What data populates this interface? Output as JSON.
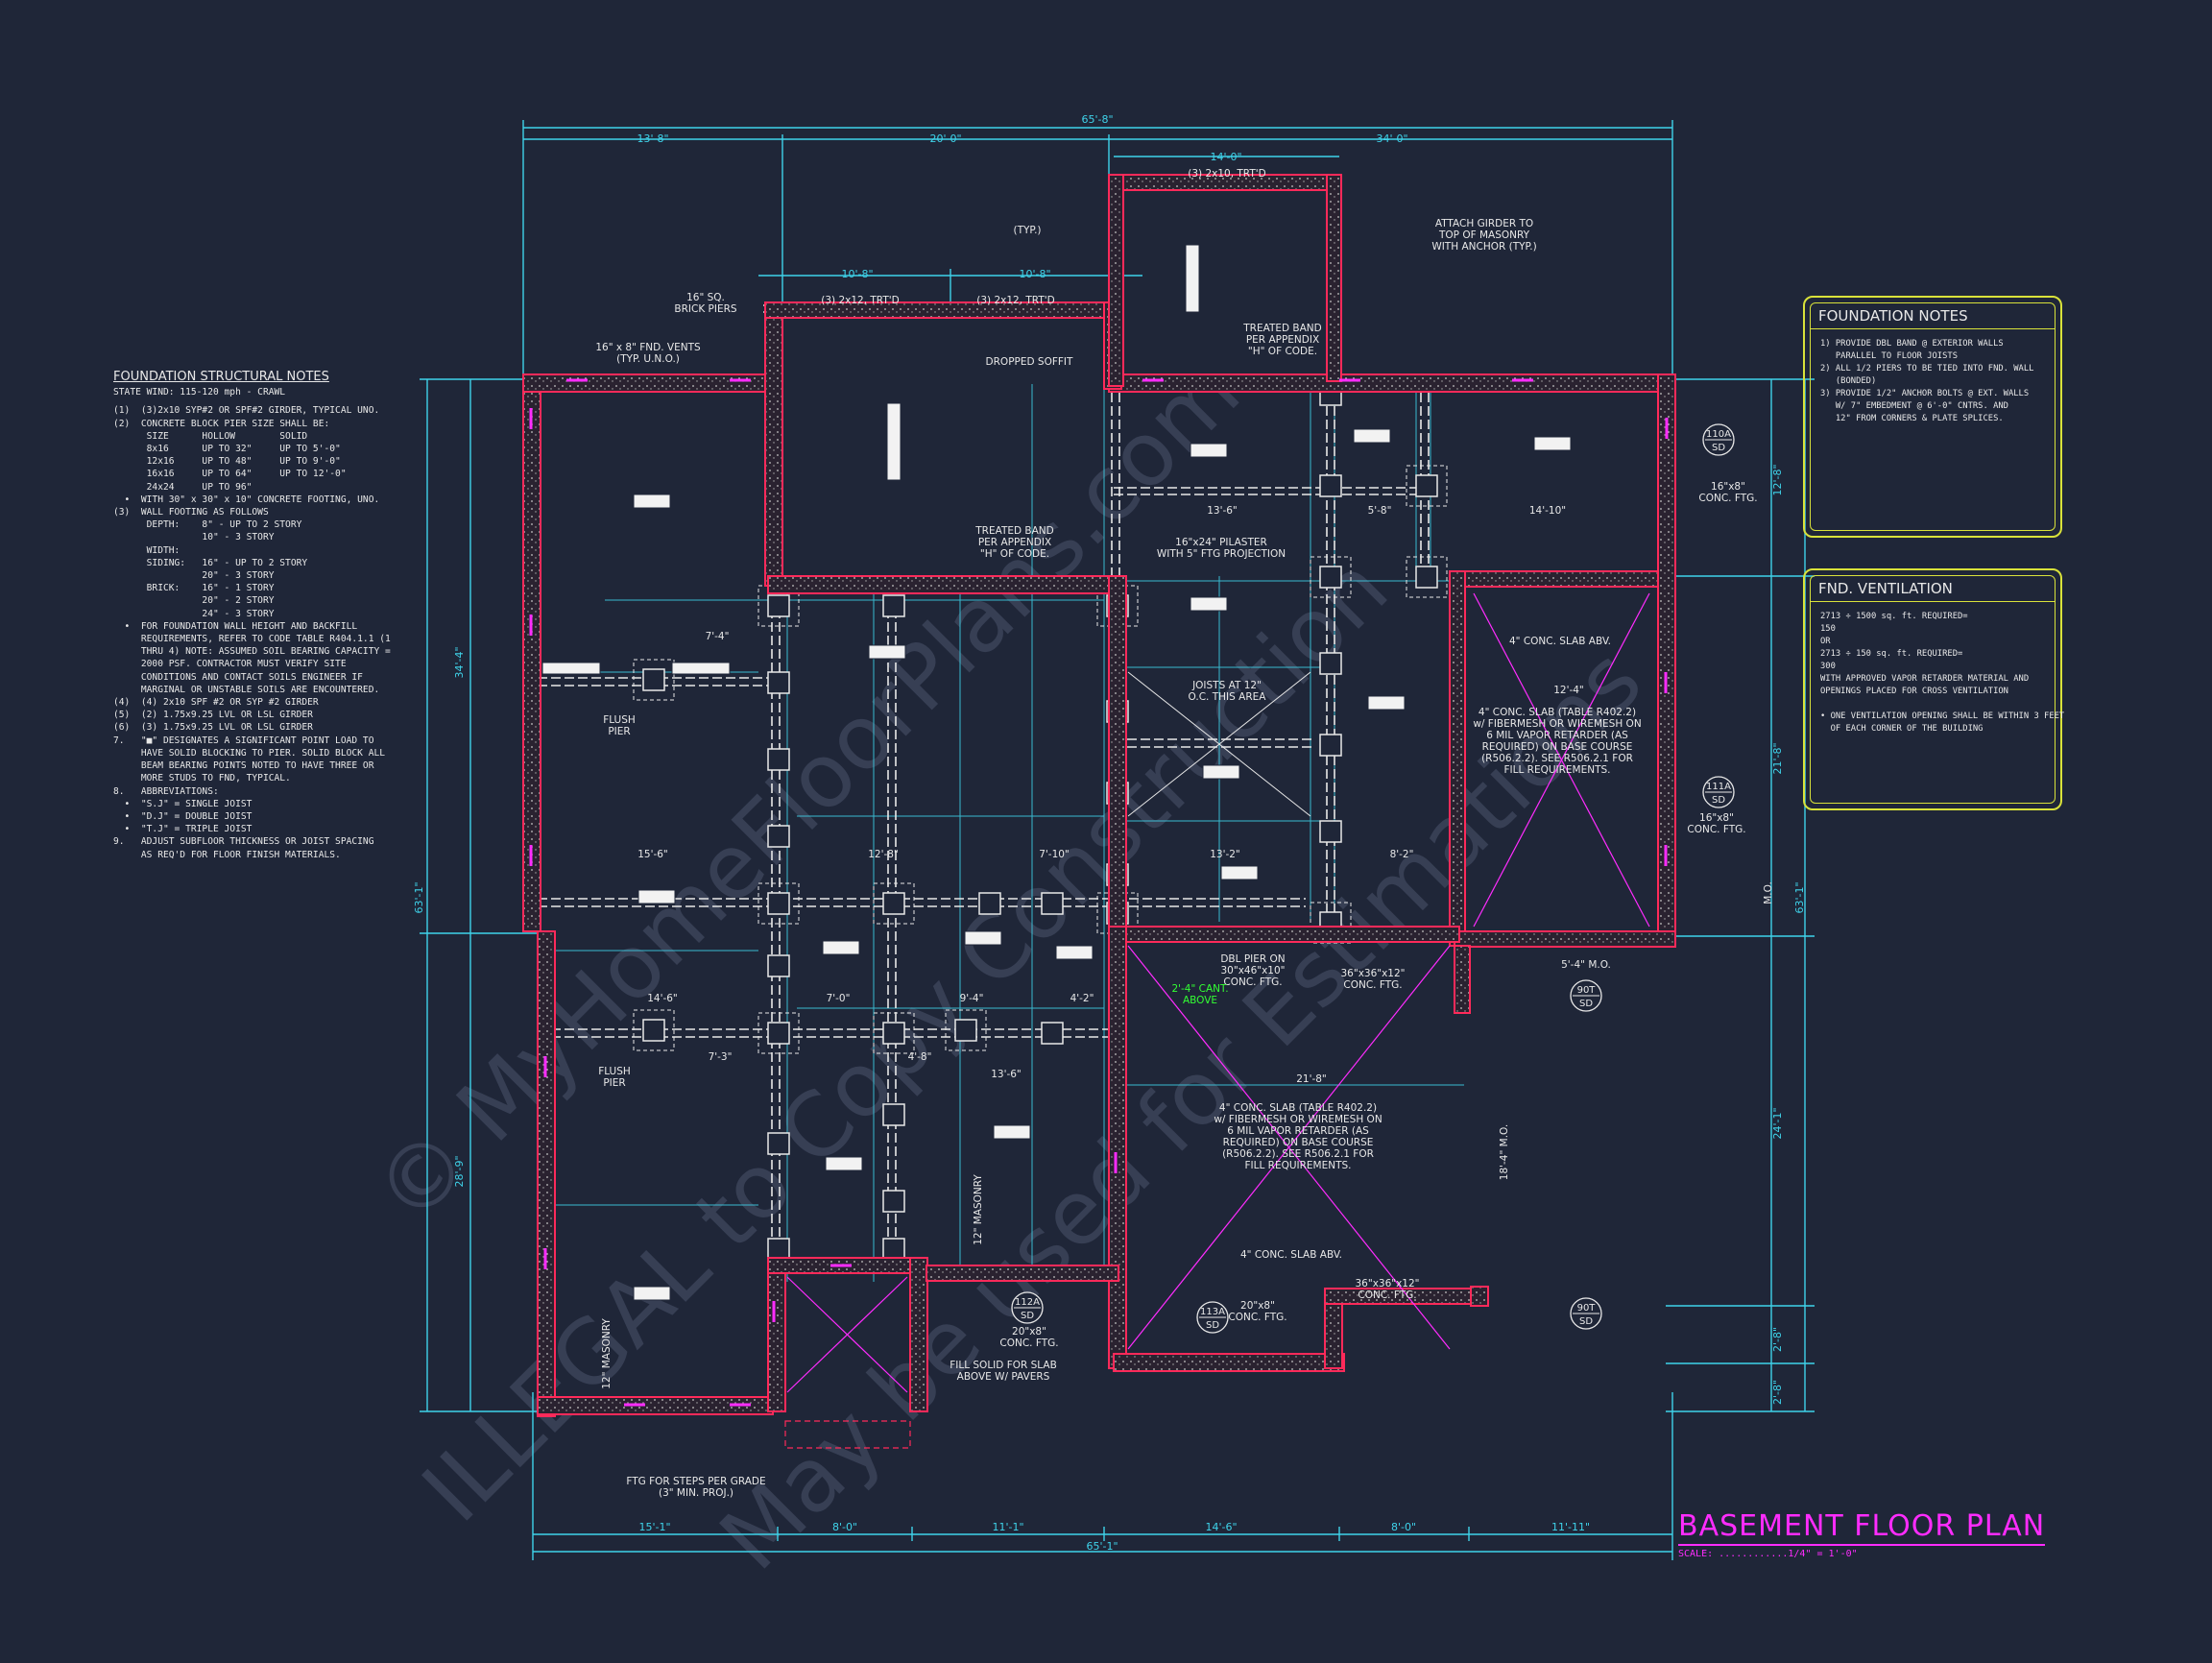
{
  "colors": {
    "background": "#1f2638",
    "wall_outline": "#ff2a5a",
    "dimension": "#3fd3ea",
    "annotation": "#e8e8e8",
    "accent": "#ff2cff",
    "highlight_note": "#33ff33",
    "notes_frame": "#d9e23a",
    "watermark": "#3a4258"
  },
  "title_block": {
    "title": "BASEMENT FLOOR PLAN",
    "scale": "SCALE: ............1/4\" = 1'-0\""
  },
  "watermark": {
    "line1": "© MyHomeFloorPlans.com",
    "line2": "ILLEGAL to Copy Construction",
    "line3": "May be used for Estimations"
  },
  "structural_notes": {
    "title": "FOUNDATION STRUCTURAL NOTES",
    "subtitle": "STATE WIND: 115-120 mph - CRAWL",
    "items": [
      "(1)  (3)2x10 SYP#2 OR SPF#2 GIRDER, TYPICAL UNO.",
      "(2)  CONCRETE BLOCK PIER SIZE SHALL BE:",
      "      SIZE      HOLLOW        SOLID",
      "      8x16      UP TO 32\"     UP TO 5'-0\"",
      "      12x16     UP TO 48\"     UP TO 9'-0\"",
      "      16x16     UP TO 64\"     UP TO 12'-0\"",
      "      24x24     UP TO 96\"",
      "  •  WITH 30\" x 30\" x 10\" CONCRETE FOOTING, UNO.",
      "(3)  WALL FOOTING AS FOLLOWS",
      "      DEPTH:    8\" - UP TO 2 STORY",
      "                10\" - 3 STORY",
      "      WIDTH:",
      "      SIDING:   16\" - UP TO 2 STORY",
      "                20\" - 3 STORY",
      "      BRICK:    16\" - 1 STORY",
      "                20\" - 2 STORY",
      "                24\" - 3 STORY",
      "  •  FOR FOUNDATION WALL HEIGHT AND BACKFILL",
      "     REQUIREMENTS, REFER TO CODE TABLE R404.1.1 (1",
      "     THRU 4) NOTE: ASSUMED SOIL BEARING CAPACITY =",
      "     2000 PSF. CONTRACTOR MUST VERIFY SITE",
      "     CONDITIONS AND CONTACT SOILS ENGINEER IF",
      "     MARGINAL OR UNSTABLE SOILS ARE ENCOUNTERED.",
      "(4)  (4) 2x10 SPF #2 OR SYP #2 GIRDER",
      "(5)  (2) 1.75x9.25 LVL OR LSL GIRDER",
      "(6)  (3) 1.75x9.25 LVL OR LSL GIRDER",
      "7.   \"■\" DESIGNATES A SIGNIFICANT POINT LOAD TO",
      "     HAVE SOLID BLOCKING TO PIER. SOLID BLOCK ALL",
      "     BEAM BEARING POINTS NOTED TO HAVE THREE OR",
      "     MORE STUDS TO FND, TYPICAL.",
      "8.   ABBREVIATIONS:",
      "  •  \"S.J\" = SINGLE JOIST",
      "  •  \"D.J\" = DOUBLE JOIST",
      "  •  \"T.J\" = TRIPLE JOIST",
      "9.   ADJUST SUBFLOOR THICKNESS OR JOIST SPACING",
      "     AS REQ'D FOR FLOOR FINISH MATERIALS."
    ]
  },
  "foundation_notes": {
    "title": "FOUNDATION NOTES",
    "items": [
      "1) PROVIDE DBL BAND @ EXTERIOR WALLS",
      "   PARALLEL TO FLOOR JOISTS",
      "2) ALL 1/2 PIERS TO BE TIED INTO FND. WALL",
      "   (BONDED)",
      "3) PROVIDE 1/2\" ANCHOR BOLTS @ EXT. WALLS",
      "   W/ 7\" EMBEDMENT @ 6'-0\" CNTRS. AND",
      "   12\" FROM CORNERS & PLATE SPLICES."
    ]
  },
  "ventilation": {
    "title": "FND. VENTILATION",
    "items": [
      "2713 ÷ 1500 sq. ft. REQUIRED=",
      "150",
      "OR",
      "2713 ÷ 150 sq. ft. REQUIRED=",
      "300",
      "WITH APPROVED VAPOR RETARDER MATERIAL AND",
      "OPENINGS PLACED FOR CROSS VENTILATION",
      "",
      "• ONE VENTILATION OPENING SHALL BE WITHIN 3 FEET",
      "  OF EACH CORNER OF THE BUILDING"
    ]
  },
  "dimensions": {
    "top_overall": "65'-8\"",
    "top_segments": [
      "13'-8\"",
      "20'-0\"",
      "34'-0\""
    ],
    "top_bay": "14'-0\"",
    "top_sub": [
      "10'-8\"",
      "10'-8\""
    ],
    "bottom_overall": "65'-1\"",
    "bottom_segments": [
      "15'-1\"",
      "8'-0\"",
      "11'-1\"",
      "14'-6\"",
      "8'-0\"",
      "11'-11\""
    ],
    "left_segments": [
      "34'-4\"",
      "28'-9\""
    ],
    "left_overall": "63'-1\"",
    "right_segments": [
      "12'-8\"",
      "21'-8\"",
      "24'-1\"",
      "2'-8\"",
      "2'-8\""
    ],
    "right_overall": "63'-1\"",
    "interior": [
      "7'-4\"",
      "15'-6\"",
      "12'-8\"",
      "7'-10\"",
      "14'-6\"",
      "7'-0\"",
      "9'-4\"",
      "4'-2\"",
      "7'-3\"",
      "13'-6\"",
      "13'-6\"",
      "5'-8\"",
      "14'-10\"",
      "13'-2\"",
      "8'-2\"",
      "12'-4\"",
      "21'-8\"",
      "5'-4\" M.O.",
      "18'-4\" M.O.",
      "4'-8\""
    ]
  },
  "annotations": {
    "vents": "16\" x 8\" FND. VENTS\n(TYP. U.N.O.)",
    "brick_piers": "16\" SQ.\nBRICK PIERS",
    "girder_top": "(3) 2x10, TRT'D",
    "girder_left": "(3) 2x12, TRT'D",
    "girder_right": "(3) 2x12, TRT'D",
    "typ_tag": "(TYP.)",
    "dropped_soffit": "DROPPED SOFFIT",
    "attach_girder": "ATTACH GIRDER TO\nTOP OF MASONRY\nWITH ANCHOR (TYP.)",
    "treated_band_1": "TREATED BAND\nPER APPENDIX\n\"H\" OF CODE.",
    "treated_band_2": "TREATED BAND\nPER APPENDIX\n\"H\" OF CODE.",
    "pilaster": "16\"x24\" PILASTER\nWITH 5\" FTG PROJECTION",
    "joists_12": "JOISTS AT 12\"\nO.C. THIS AREA",
    "flush_pier_1": "FLUSH\nPIER",
    "flush_pier_2": "FLUSH\nPIER",
    "slab_abv_1": "4\" CONC. SLAB ABV.",
    "slab_right": "4\" CONC. SLAB (TABLE R402.2)\nw/ FIBERMESH OR WIREMESH ON\n6 MIL VAPOR RETARDER (AS\nREQUIRED) ON BASE COURSE\n(R506.2.2). SEE R506.2.1 FOR\nFILL REQUIREMENTS.",
    "slab_center": "4\" CONC. SLAB (TABLE R402.2)\nw/ FIBERMESH OR WIREMESH ON\n6 MIL VAPOR RETARDER (AS\nREQUIRED) ON BASE COURSE\n(R506.2.2). SEE R506.2.1 FOR\nFILL REQUIREMENTS.",
    "slab_abv_2": "4\" CONC. SLAB ABV.",
    "dbl_pier": "DBL PIER ON\n30\"x46\"x10\"\nCONC. FTG.",
    "ftg_36_1": "36\"x36\"x12\"\nCONC. FTG.",
    "ftg_36_2": "36\"x36\"x12\"\nCONC. FTG.",
    "cant_above": "2'-4\" CANT.\nABOVE",
    "masonry_12_1": "12\" MASONRY",
    "masonry_12_2": "12\" MASONRY",
    "fill_solid": "FILL SOLID FOR SLAB\nABOVE W/ PAVERS",
    "ftg_steps": "FTG FOR STEPS PER GRADE\n(3\" MIN. PROJ.)",
    "ftg_16x8_1": "16\"x8\"\nCONC. FTG.",
    "ftg_16x8_2": "16\"x8\"\nCONC. FTG.",
    "ftg_20x8_1": "20\"x8\"\nCONC. FTG.",
    "ftg_20x8_2": "20\"x8\"\nCONC. FTG.",
    "mo_label": "M.O."
  },
  "section_tags": [
    {
      "id": "110A",
      "sheet": "SD"
    },
    {
      "id": "111A",
      "sheet": "SD"
    },
    {
      "id": "112A",
      "sheet": "SD"
    },
    {
      "id": "113A",
      "sheet": "SD"
    },
    {
      "id": "90T",
      "sheet": "SD"
    },
    {
      "id": "90T",
      "sheet": "SD"
    }
  ]
}
